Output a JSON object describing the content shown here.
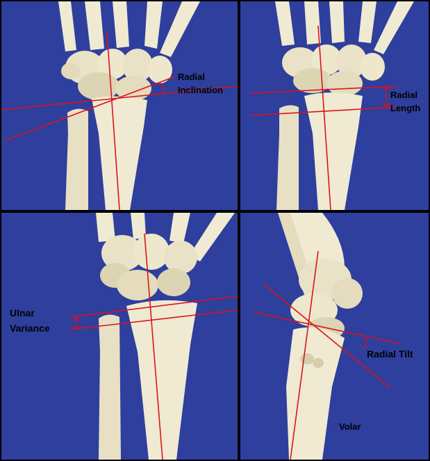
{
  "figure": {
    "colors": {
      "background": "#2e3f9e",
      "bone": "#f0ead2",
      "bone_shadow": "#c9bf9f",
      "measure_line": "#d8141b",
      "divider": "#000000"
    },
    "panels": [
      {
        "id": "top-left",
        "labels": [
          "Radial",
          "Inclination"
        ]
      },
      {
        "id": "top-right",
        "labels": [
          "Radial",
          "Length"
        ]
      },
      {
        "id": "bottom-left",
        "labels": [
          "Ulnar",
          "Variance"
        ]
      },
      {
        "id": "bottom-right",
        "labels": [
          "Radial Tilt",
          "Volar"
        ]
      }
    ]
  }
}
